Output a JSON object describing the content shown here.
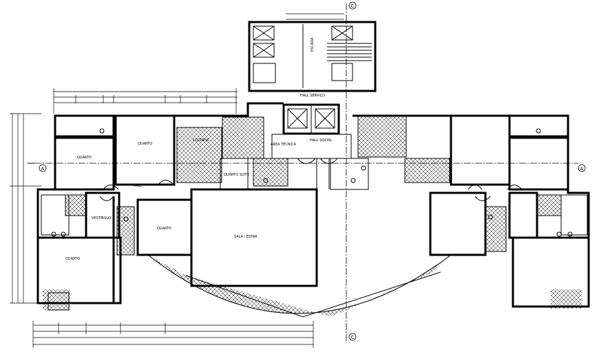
{
  "axes": {
    "horizontal": "A",
    "vertical": "C"
  },
  "rooms": {
    "quarto_nw": "QUARTO",
    "quarto_n": "QUARTO",
    "hall_n": "HALL",
    "vestibulo": "VESTÍBULO",
    "quarto_sw": "QUARTO",
    "quarto_c": "QUARTO",
    "sala_estar": "SALA / ESTAR",
    "hall_social": "HALL SOCIAL",
    "hall_serviço": "HALL SERVIÇO",
    "area_tecnica": "ÁREA TÉCNICA",
    "escada": "ESCADA",
    "quarto_suite": "QUARTO SUÍTE",
    "cozinha": "COZINHA"
  }
}
